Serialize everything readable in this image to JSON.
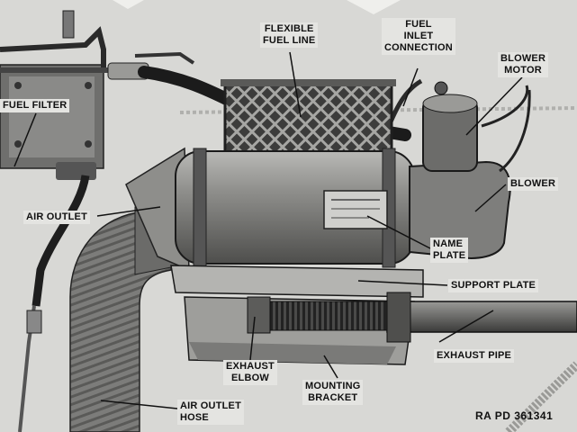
{
  "labels": {
    "flexible_fuel_line": [
      "FLEXIBLE",
      "FUEL LINE"
    ],
    "fuel_inlet_connection": [
      "FUEL",
      "INLET",
      "CONNECTION"
    ],
    "blower_motor": [
      "BLOWER",
      "MOTOR"
    ],
    "fuel_filter": "FUEL FILTER",
    "blower": "BLOWER",
    "air_outlet": "AIR OUTLET",
    "name_plate": [
      "NAME",
      "PLATE"
    ],
    "support_plate": "SUPPORT PLATE",
    "exhaust_pipe": "EXHAUST PIPE",
    "exhaust_elbow": [
      "EXHAUST",
      "ELBOW"
    ],
    "mounting_bracket": [
      "MOUNTING",
      "BRACKET"
    ],
    "air_outlet_hose": [
      "AIR OUTLET",
      "HOSE"
    ]
  },
  "figure_code": "RA PD  361341",
  "colors": {
    "background": "#d9d9d6",
    "metal": "#8c8c8a",
    "dark": "#2a2a2a",
    "label_bg": "#e4e4e1"
  }
}
